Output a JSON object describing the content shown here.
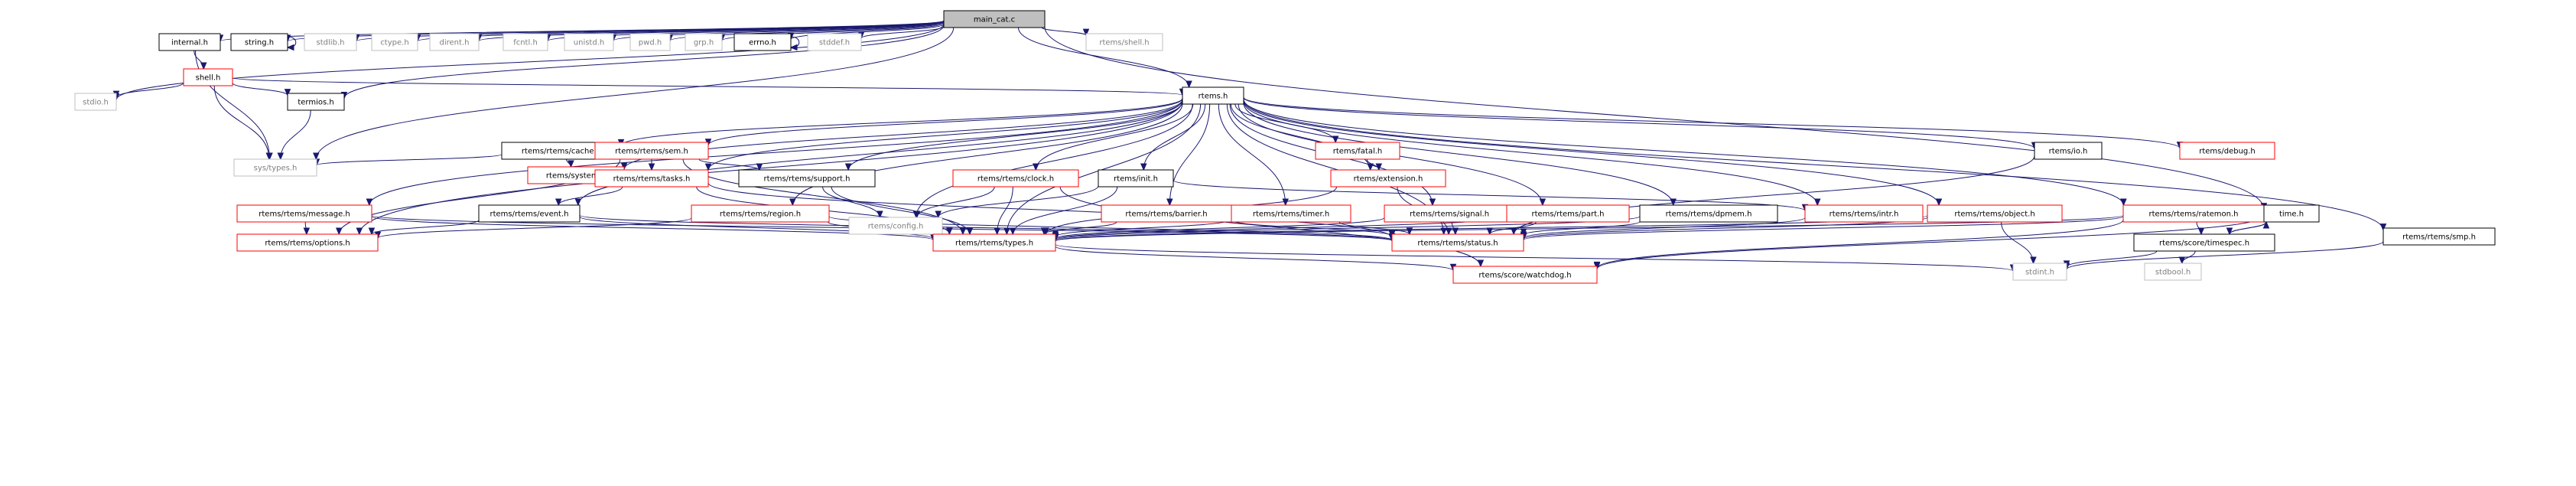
{
  "diagram": {
    "colors": {
      "edge": "#191970",
      "root_fill": "#bfbfbf",
      "default_border": "#000000",
      "red_border": "#ff0000",
      "gray_border": "#bfbfbf",
      "gray_text": "#7f7f7f",
      "text": "#000000"
    },
    "nodes": [
      {
        "id": "main_cat",
        "label": "main_cat.c",
        "style": "root"
      },
      {
        "id": "internal",
        "label": "internal.h",
        "style": "default"
      },
      {
        "id": "string",
        "label": "string.h",
        "style": "default"
      },
      {
        "id": "stdlib",
        "label": "stdlib.h",
        "style": "gray"
      },
      {
        "id": "ctype",
        "label": "ctype.h",
        "style": "gray"
      },
      {
        "id": "dirent",
        "label": "dirent.h",
        "style": "gray"
      },
      {
        "id": "fcntl",
        "label": "fcntl.h",
        "style": "gray"
      },
      {
        "id": "unistd",
        "label": "unistd.h",
        "style": "gray"
      },
      {
        "id": "pwd",
        "label": "pwd.h",
        "style": "gray"
      },
      {
        "id": "grp",
        "label": "grp.h",
        "style": "gray"
      },
      {
        "id": "errno",
        "label": "errno.h",
        "style": "default"
      },
      {
        "id": "stddef",
        "label": "stddef.h",
        "style": "gray"
      },
      {
        "id": "rshell",
        "label": "rtems/shell.h",
        "style": "gray"
      },
      {
        "id": "shell",
        "label": "shell.h",
        "style": "red"
      },
      {
        "id": "stdio",
        "label": "stdio.h",
        "style": "gray"
      },
      {
        "id": "termios",
        "label": "termios.h",
        "style": "default"
      },
      {
        "id": "systypes",
        "label": "sys/types.h",
        "style": "gray"
      },
      {
        "id": "rtemsh",
        "label": "rtems.h",
        "style": "default"
      },
      {
        "id": "cache",
        "label": "rtems/rtems/cache.h",
        "style": "default"
      },
      {
        "id": "system",
        "label": "rtems/system.h",
        "style": "red"
      },
      {
        "id": "sem",
        "label": "rtems/rtems/sem.h",
        "style": "red"
      },
      {
        "id": "tasks",
        "label": "rtems/rtems/tasks.h",
        "style": "red"
      },
      {
        "id": "support",
        "label": "rtems/rtems/support.h",
        "style": "default"
      },
      {
        "id": "fatal",
        "label": "rtems/fatal.h",
        "style": "red"
      },
      {
        "id": "extension",
        "label": "rtems/extension.h",
        "style": "red"
      },
      {
        "id": "clock",
        "label": "rtems/rtems/clock.h",
        "style": "red"
      },
      {
        "id": "init",
        "label": "rtems/init.h",
        "style": "default"
      },
      {
        "id": "io",
        "label": "rtems/io.h",
        "style": "default"
      },
      {
        "id": "debug",
        "label": "rtems/debug.h",
        "style": "red"
      },
      {
        "id": "message",
        "label": "rtems/rtems/message.h",
        "style": "red"
      },
      {
        "id": "event",
        "label": "rtems/rtems/event.h",
        "style": "default"
      },
      {
        "id": "config",
        "label": "rtems/config.h",
        "style": "gray"
      },
      {
        "id": "region",
        "label": "rtems/rtems/region.h",
        "style": "red"
      },
      {
        "id": "barrier",
        "label": "rtems/rtems/barrier.h",
        "style": "red"
      },
      {
        "id": "timer",
        "label": "rtems/rtems/timer.h",
        "style": "red"
      },
      {
        "id": "signal",
        "label": "rtems/rtems/signal.h",
        "style": "red"
      },
      {
        "id": "part",
        "label": "rtems/rtems/part.h",
        "style": "red"
      },
      {
        "id": "dpmem",
        "label": "rtems/rtems/dpmem.h",
        "style": "default"
      },
      {
        "id": "intr",
        "label": "rtems/rtems/intr.h",
        "style": "red"
      },
      {
        "id": "object",
        "label": "rtems/rtems/object.h",
        "style": "red"
      },
      {
        "id": "ratemon",
        "label": "rtems/rtems/ratemon.h",
        "style": "red"
      },
      {
        "id": "time",
        "label": "time.h",
        "style": "default"
      },
      {
        "id": "smp",
        "label": "rtems/rtems/smp.h",
        "style": "default"
      },
      {
        "id": "options",
        "label": "rtems/rtems/options.h",
        "style": "red"
      },
      {
        "id": "types",
        "label": "rtems/rtems/types.h",
        "style": "red"
      },
      {
        "id": "status",
        "label": "rtems/rtems/status.h",
        "style": "red"
      },
      {
        "id": "timespec",
        "label": "rtems/score/timespec.h",
        "style": "default"
      },
      {
        "id": "watchdog",
        "label": "rtems/score/watchdog.h",
        "style": "red"
      },
      {
        "id": "stdint",
        "label": "stdint.h",
        "style": "gray"
      },
      {
        "id": "stdbool",
        "label": "stdbool.h",
        "style": "gray"
      }
    ],
    "edges": [
      [
        "main_cat",
        "internal"
      ],
      [
        "main_cat",
        "string"
      ],
      [
        "main_cat",
        "stdlib"
      ],
      [
        "main_cat",
        "ctype"
      ],
      [
        "main_cat",
        "dirent"
      ],
      [
        "main_cat",
        "fcntl"
      ],
      [
        "main_cat",
        "unistd"
      ],
      [
        "main_cat",
        "pwd"
      ],
      [
        "main_cat",
        "grp"
      ],
      [
        "main_cat",
        "errno"
      ],
      [
        "main_cat",
        "stddef"
      ],
      [
        "main_cat",
        "rshell"
      ],
      [
        "main_cat",
        "stdio"
      ],
      [
        "main_cat",
        "systypes"
      ],
      [
        "main_cat",
        "termios"
      ],
      [
        "main_cat",
        "rtemsh"
      ],
      [
        "main_cat",
        "time"
      ],
      [
        "string",
        "string"
      ],
      [
        "errno",
        "errno"
      ],
      [
        "internal",
        "shell"
      ],
      [
        "internal",
        "systypes"
      ],
      [
        "shell",
        "stdio"
      ],
      [
        "shell",
        "termios"
      ],
      [
        "shell",
        "systypes"
      ],
      [
        "shell",
        "rtemsh"
      ],
      [
        "termios",
        "systypes"
      ],
      [
        "rtemsh",
        "cache"
      ],
      [
        "rtemsh",
        "system"
      ],
      [
        "rtemsh",
        "sem"
      ],
      [
        "rtemsh",
        "tasks"
      ],
      [
        "rtemsh",
        "support"
      ],
      [
        "rtemsh",
        "fatal"
      ],
      [
        "rtemsh",
        "extension"
      ],
      [
        "rtemsh",
        "clock"
      ],
      [
        "rtemsh",
        "init"
      ],
      [
        "rtemsh",
        "io"
      ],
      [
        "rtemsh",
        "debug"
      ],
      [
        "rtemsh",
        "message"
      ],
      [
        "rtemsh",
        "event"
      ],
      [
        "rtemsh",
        "config"
      ],
      [
        "rtemsh",
        "region"
      ],
      [
        "rtemsh",
        "barrier"
      ],
      [
        "rtemsh",
        "timer"
      ],
      [
        "rtemsh",
        "signal"
      ],
      [
        "rtemsh",
        "part"
      ],
      [
        "rtemsh",
        "dpmem"
      ],
      [
        "rtemsh",
        "intr"
      ],
      [
        "rtemsh",
        "object"
      ],
      [
        "rtemsh",
        "ratemon"
      ],
      [
        "rtemsh",
        "smp"
      ],
      [
        "rtemsh",
        "options"
      ],
      [
        "rtemsh",
        "types"
      ],
      [
        "rtemsh",
        "status"
      ],
      [
        "cache",
        "systypes"
      ],
      [
        "cache",
        "system"
      ],
      [
        "sem",
        "tasks"
      ],
      [
        "sem",
        "support"
      ],
      [
        "sem",
        "options"
      ],
      [
        "sem",
        "types"
      ],
      [
        "tasks",
        "event"
      ],
      [
        "tasks",
        "types"
      ],
      [
        "tasks",
        "status"
      ],
      [
        "support",
        "config"
      ],
      [
        "support",
        "types"
      ],
      [
        "fatal",
        "extension"
      ],
      [
        "extension",
        "types"
      ],
      [
        "extension",
        "status"
      ],
      [
        "clock",
        "config"
      ],
      [
        "clock",
        "types"
      ],
      [
        "clock",
        "watchdog"
      ],
      [
        "init",
        "config"
      ],
      [
        "init",
        "types"
      ],
      [
        "init",
        "intr"
      ],
      [
        "io",
        "status"
      ],
      [
        "message",
        "options"
      ],
      [
        "message",
        "types"
      ],
      [
        "message",
        "status"
      ],
      [
        "event",
        "options"
      ],
      [
        "event",
        "types"
      ],
      [
        "event",
        "status"
      ],
      [
        "region",
        "options"
      ],
      [
        "region",
        "types"
      ],
      [
        "region",
        "status"
      ],
      [
        "barrier",
        "types"
      ],
      [
        "barrier",
        "status"
      ],
      [
        "timer",
        "types"
      ],
      [
        "timer",
        "status"
      ],
      [
        "signal",
        "types"
      ],
      [
        "signal",
        "status"
      ],
      [
        "part",
        "types"
      ],
      [
        "part",
        "status"
      ],
      [
        "dpmem",
        "types"
      ],
      [
        "dpmem",
        "status"
      ],
      [
        "intr",
        "status"
      ],
      [
        "object",
        "types"
      ],
      [
        "object",
        "status"
      ],
      [
        "object",
        "stdint"
      ],
      [
        "ratemon",
        "types"
      ],
      [
        "ratemon",
        "status"
      ],
      [
        "ratemon",
        "timespec"
      ],
      [
        "ratemon",
        "watchdog"
      ],
      [
        "time",
        "timespec"
      ],
      [
        "time",
        "watchdog"
      ],
      [
        "timespec",
        "time"
      ],
      [
        "timespec",
        "stdint"
      ],
      [
        "timespec",
        "stdbool"
      ],
      [
        "smp",
        "stdint"
      ],
      [
        "types",
        "watchdog"
      ],
      [
        "types",
        "stdint"
      ]
    ]
  }
}
